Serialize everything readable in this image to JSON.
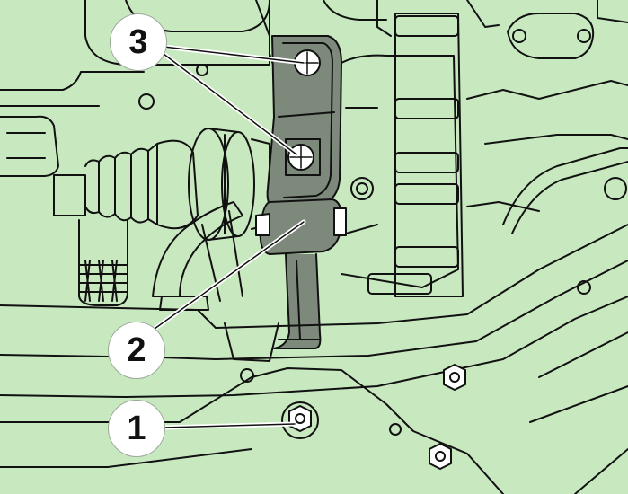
{
  "colors": {
    "background": "#c8e8bf",
    "line": "#111111",
    "mount_shade": "#7d8a7b",
    "callout_fill": "#ffffff"
  },
  "callouts": [
    {
      "label": "3",
      "points_to": "upper-mount-bolts"
    },
    {
      "label": "2",
      "points_to": "pendulum-support"
    },
    {
      "label": "1",
      "points_to": "subframe-bolt"
    }
  ]
}
